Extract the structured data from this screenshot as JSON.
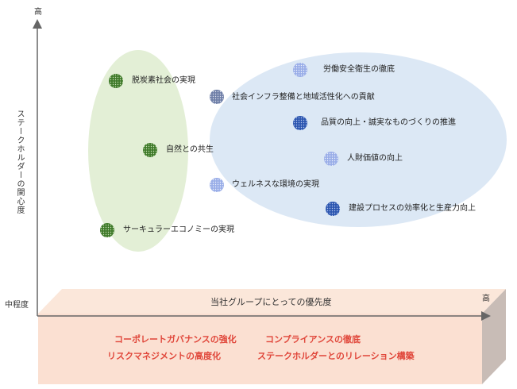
{
  "axes": {
    "y_high": "高",
    "y_label": "ステークホルダーの関心度",
    "y_mid": "中程度",
    "x_high": "高",
    "x_label": "当社グループにとっての優先度"
  },
  "colors": {
    "green_group": "#3f7a2a",
    "blue_light": "#9aaee8",
    "blue_dark": "#2c56b0",
    "gray_blue": "#6f7fa8",
    "base_text": "#e0463a"
  },
  "items": [
    {
      "label": "脱炭素社会の実現",
      "color_key": "green_group"
    },
    {
      "label": "自然との共生",
      "color_key": "green_group"
    },
    {
      "label": "サーキュラーエコノミーの実現",
      "color_key": "green_group"
    },
    {
      "label": "社会インフラ整備と地域活性化への貢献",
      "color_key": "gray_blue"
    },
    {
      "label": "ウェルネスな環境の実現",
      "color_key": "blue_light"
    },
    {
      "label": "労働安全衛生の徹底",
      "color_key": "blue_light"
    },
    {
      "label": "品質の向上・誠実なものづくりの推進",
      "color_key": "blue_dark"
    },
    {
      "label": "人財価値の向上",
      "color_key": "blue_light"
    },
    {
      "label": "建設プロセスの効率化と生産力向上",
      "color_key": "blue_dark"
    }
  ],
  "base_items": [
    "コーポレートガバナンスの強化",
    "コンプライアンスの徹底",
    "リスクマネジメントの高度化",
    "ステークホルダーとのリレーション構築"
  ]
}
